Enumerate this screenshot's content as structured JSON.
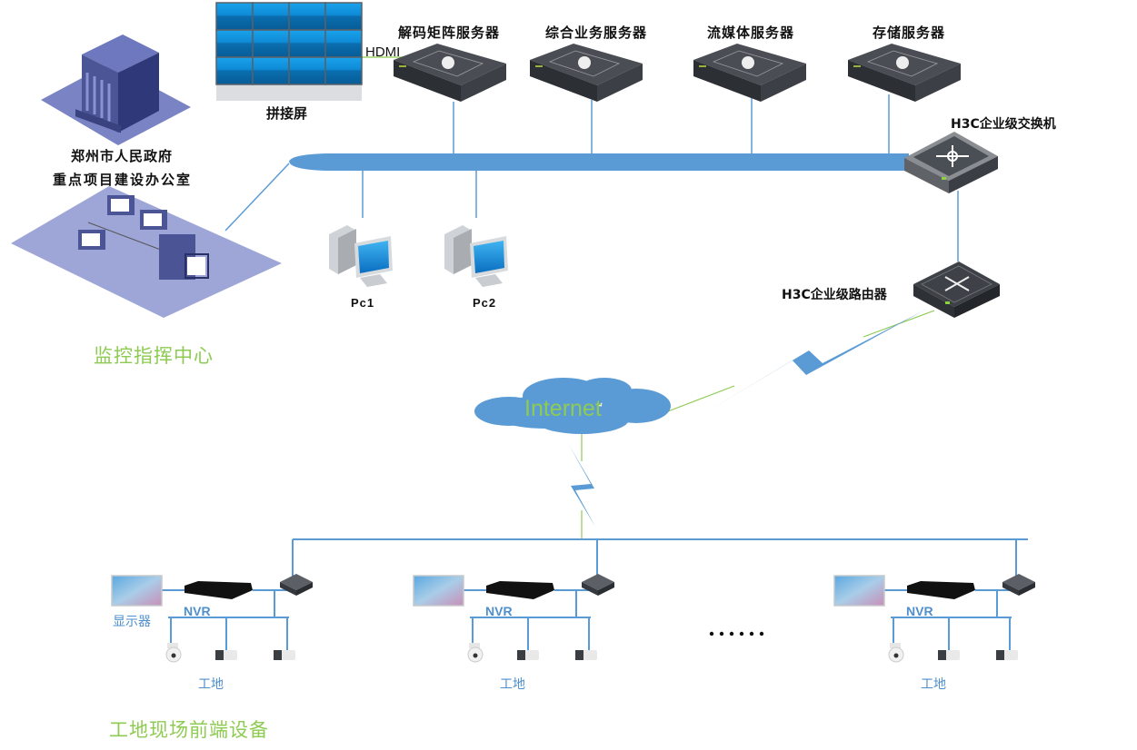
{
  "colors": {
    "link_blue": "#5b9bd5",
    "wan_green": "#8ecb52",
    "section_green": "#8ecb52",
    "device_dark": "#3a3d42",
    "gov_purple": "#4e5a9c",
    "office_floor": "#9ea6d8",
    "label_black": "#111111",
    "site_label_blue": "#4f8fcc"
  },
  "command_center": {
    "section_title": "监控指挥中心",
    "government": {
      "building_tag": "Government",
      "name_line1": "郑州市人民政府",
      "name_line2": "重点项目建设办公室"
    },
    "video_wall": {
      "label": "拼接屏",
      "link_label": "HDMI",
      "rows": 3,
      "cols": 4
    },
    "servers": [
      {
        "label": "解码矩阵服务器",
        "icon": "tv-icon"
      },
      {
        "label": "综合业务服务器",
        "icon": "business-icon"
      },
      {
        "label": "流媒体服务器",
        "icon": "film-reel-icon"
      },
      {
        "label": "存储服务器",
        "icon": "database-icon"
      }
    ],
    "pcs": [
      {
        "label": "Pc1"
      },
      {
        "label": "Pc2"
      }
    ],
    "core_switch": {
      "label": "H3C企业级交换机"
    },
    "router": {
      "label": "H3C企业级路由器"
    }
  },
  "internet": {
    "label": "Internet"
  },
  "field": {
    "section_title": "工地现场前端设备",
    "ellipsis": "······",
    "sites": [
      {
        "display_label": "显示器",
        "nvr_label": "NVR",
        "site_label": "工地",
        "cameras": [
          "dome-camera",
          "bullet-camera",
          "bullet-camera"
        ]
      },
      {
        "display_label": "",
        "nvr_label": "NVR",
        "site_label": "工地",
        "cameras": [
          "dome-camera",
          "bullet-camera",
          "bullet-camera"
        ]
      },
      {
        "display_label": "",
        "nvr_label": "NVR",
        "site_label": "工地",
        "cameras": [
          "dome-camera",
          "bullet-camera",
          "bullet-camera"
        ]
      }
    ]
  }
}
